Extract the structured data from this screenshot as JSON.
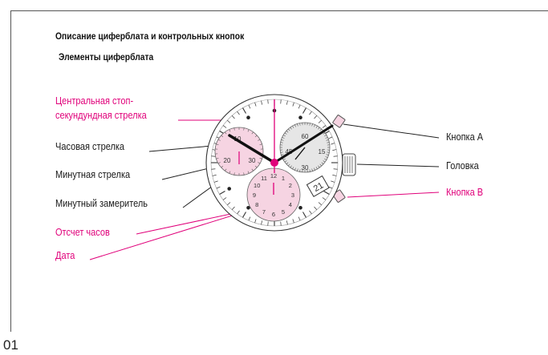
{
  "headings": {
    "section": "Описание циферблата и контрольных кнопок",
    "subsection": "Элементы циферблата"
  },
  "labels": {
    "central_line1": "Центральная стоп-",
    "central_line2": "секундундная стрелка",
    "hour_hand": "Часовая стрелка",
    "minute_hand": "Минутная стрелка",
    "minute_counter": "Минутный замеритель",
    "hour_counter": "Отсчет часов",
    "date": "Дата",
    "button_a": "Кнопка А",
    "crown": "Головка",
    "button_b": "Кнопка В"
  },
  "dial": {
    "left_subdial": {
      "n1": "10",
      "n2": "20",
      "n3": "30"
    },
    "right_subdial": {
      "n1": "60",
      "n2": "15",
      "n3": "30",
      "n4": "45"
    },
    "bottom_subdial": {
      "n12": "12",
      "n1": "1",
      "n2": "2",
      "n3": "3",
      "n4": "4",
      "n5": "5",
      "n6": "6",
      "n7": "7",
      "n8": "8",
      "n9": "9",
      "n10": "10",
      "n11": "11"
    },
    "date_value": "21"
  },
  "colors": {
    "accent": "#e0007a",
    "subdial_pink": "#f6d4e2",
    "subdial_grey": "#e6e6e6"
  },
  "page_number": "01"
}
